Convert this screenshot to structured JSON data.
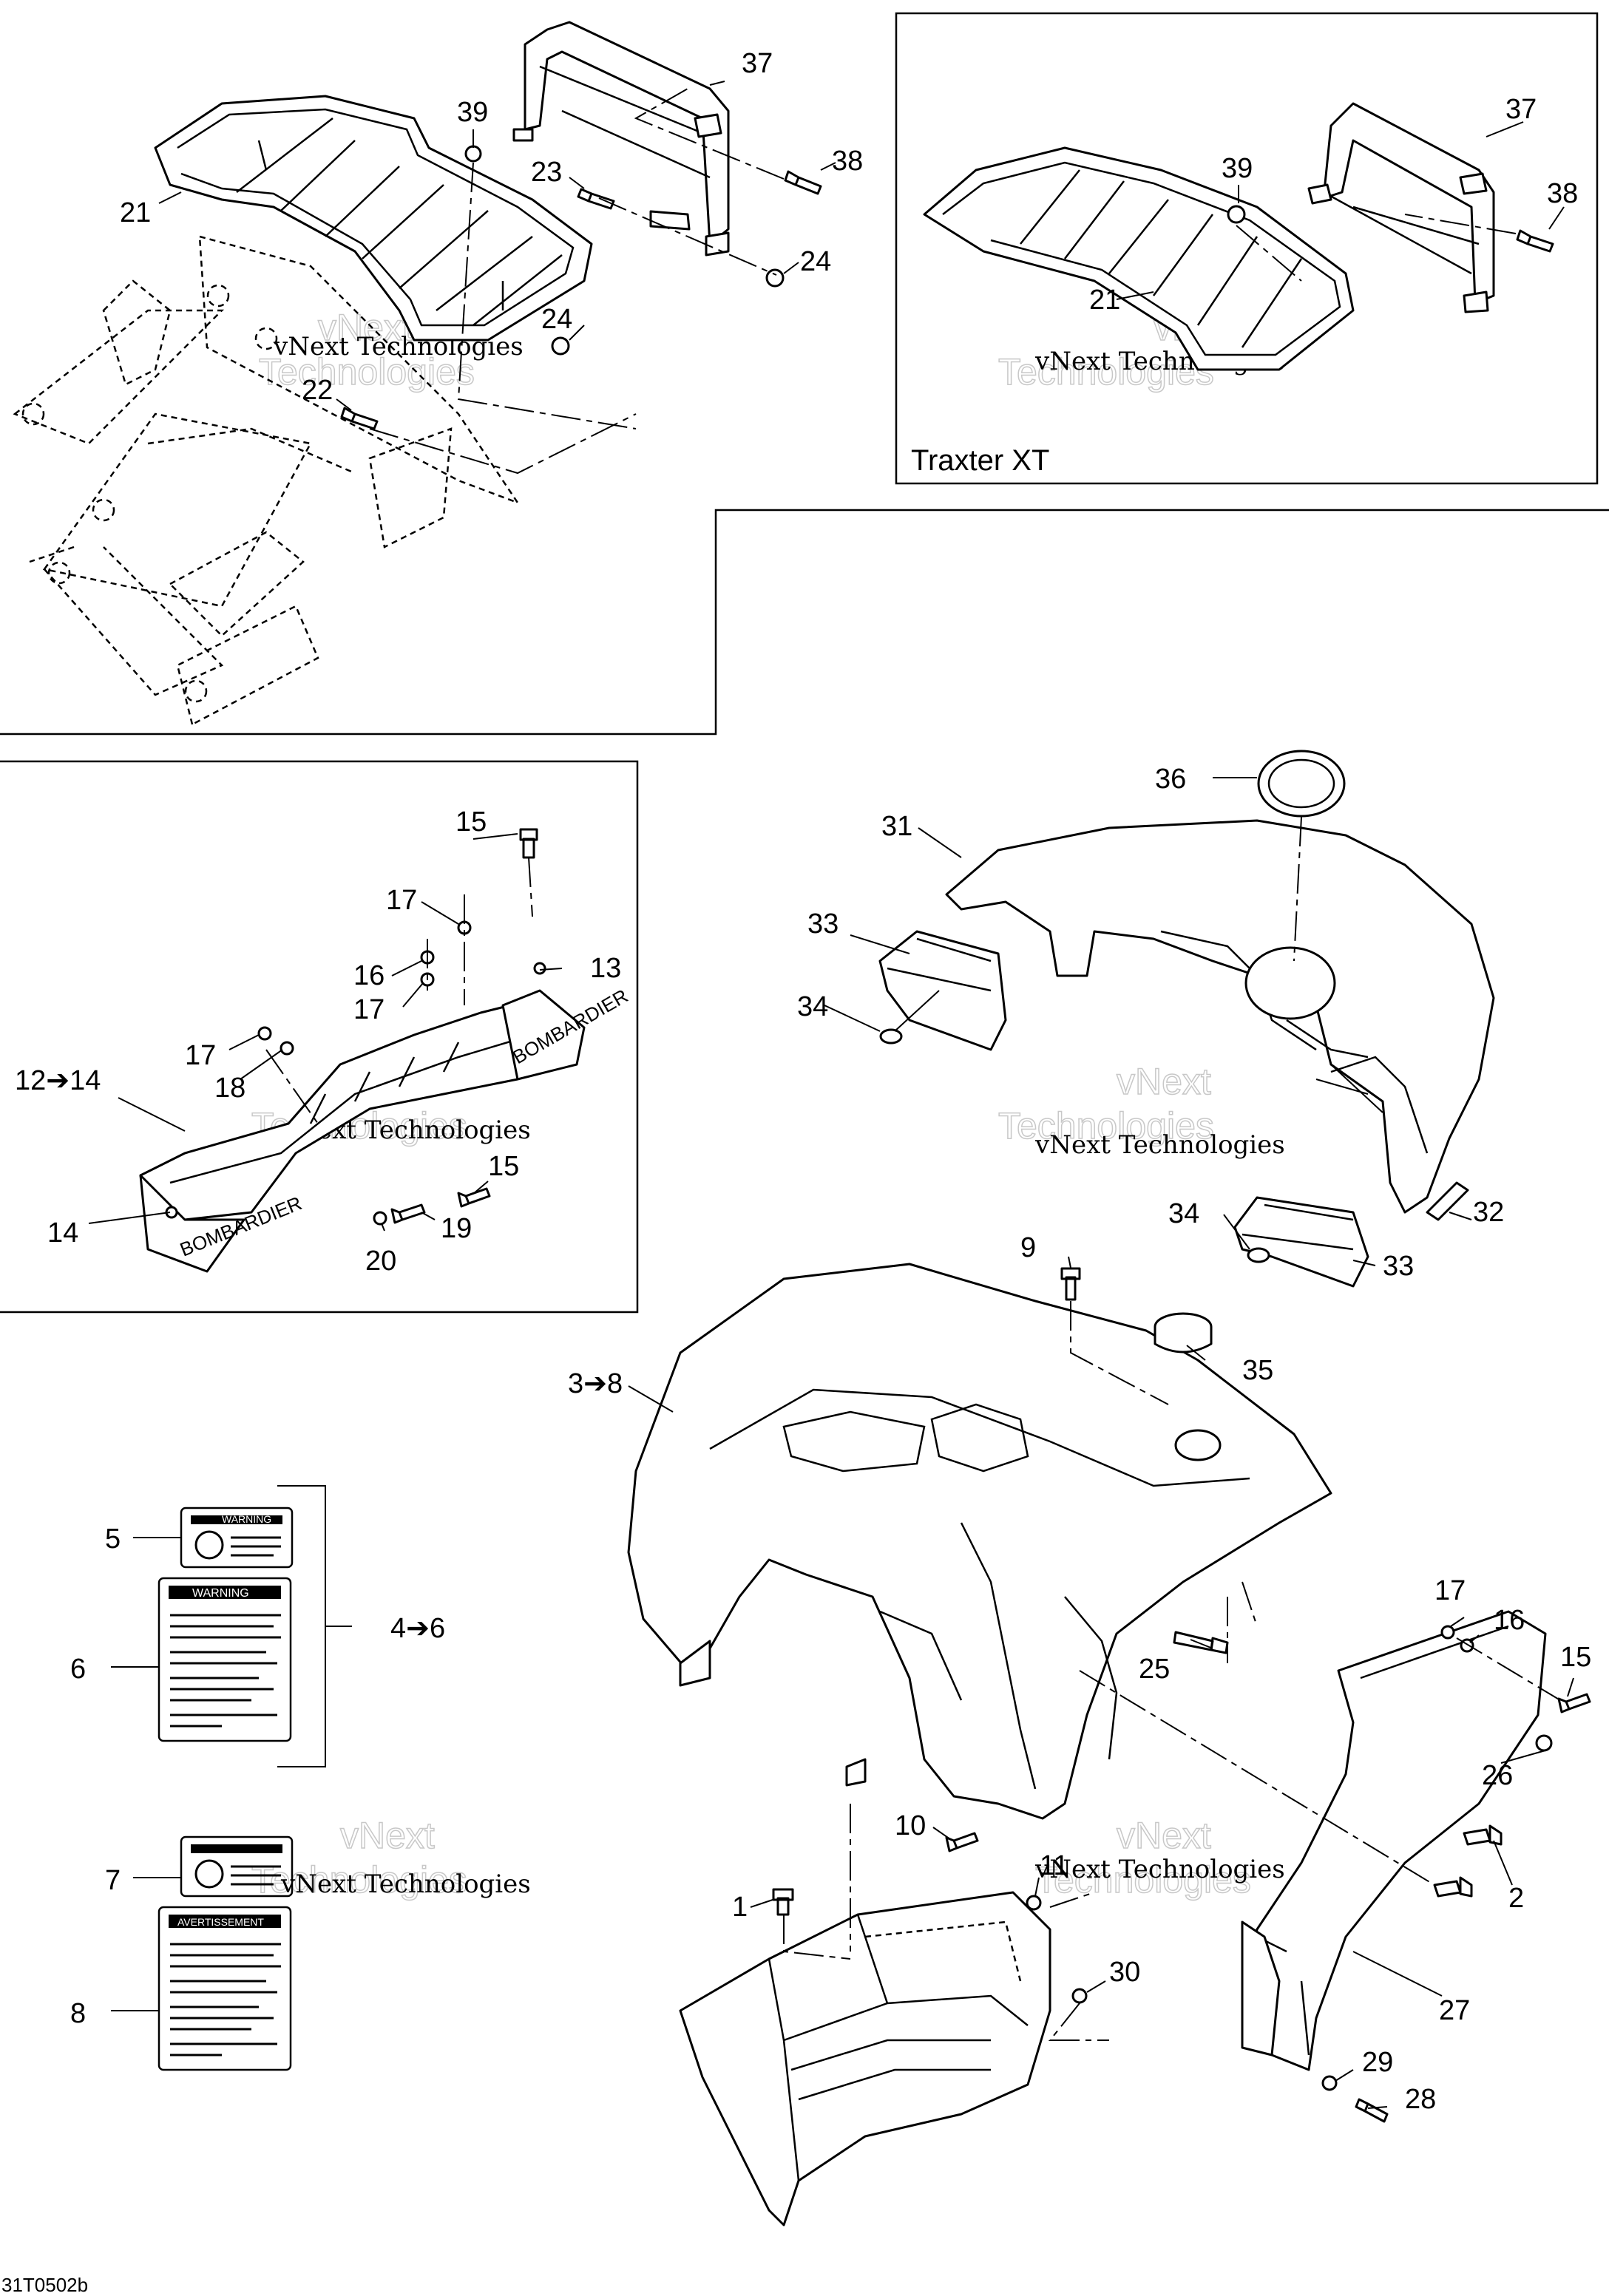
{
  "inset": {
    "title": "Traxter XT"
  },
  "reference_code": "31T0502b",
  "watermark": {
    "text": "vNext Technologies",
    "line1": "vNext",
    "line2": "Technologies"
  },
  "callouts": {
    "c1": "1",
    "c2": "2",
    "c3_8": "3➔8",
    "c4_6": "4➔6",
    "c5": "5",
    "c6": "6",
    "c7": "7",
    "c8": "8",
    "c9": "9",
    "c10": "10",
    "c11": "11",
    "c12_14": "12➔14",
    "c13": "13",
    "c14": "14",
    "c15a": "15",
    "c15b": "15",
    "c15c": "15",
    "c16a": "16",
    "c16b": "16",
    "c17a": "17",
    "c17b": "17",
    "c17c": "17",
    "c17d": "17",
    "c18": "18",
    "c19": "19",
    "c20": "20",
    "c21a": "21",
    "c21b": "21",
    "c22": "22",
    "c23": "23",
    "c24a": "24",
    "c24b": "24",
    "c25": "25",
    "c26": "26",
    "c27": "27",
    "c28": "28",
    "c29": "29",
    "c30": "30",
    "c31": "31",
    "c32": "32",
    "c33a": "33",
    "c33b": "33",
    "c34a": "34",
    "c34b": "34",
    "c35": "35",
    "c36": "36",
    "c37a": "37",
    "c37b": "37",
    "c38a": "38",
    "c38b": "38",
    "c39a": "39",
    "c39b": "39"
  },
  "decals": {
    "brand": "BOMBARDIER",
    "warning": "WARNING",
    "avertissement": "AVERTISSEMENT"
  }
}
